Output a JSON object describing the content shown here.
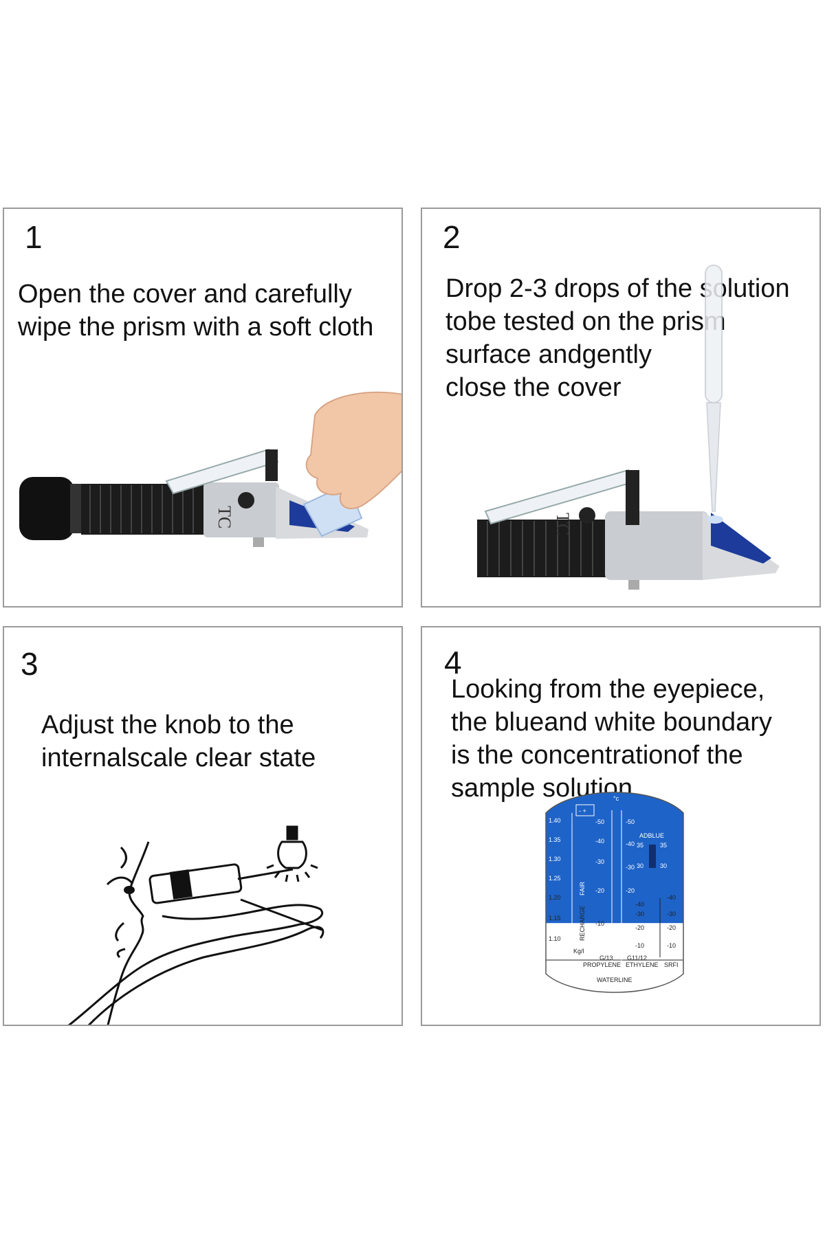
{
  "steps": [
    {
      "number": "1",
      "text": "Open the cover and carefully\nwipe the prism with a soft cloth"
    },
    {
      "number": "2",
      "text": "Drop 2-3 drops of the solution\ntobe tested on the prism\nsurface andgently\nclose the cover"
    },
    {
      "number": "3",
      "text": "Adjust the knob to the\ninternalscale clear state"
    },
    {
      "number": "4",
      "text": "Looking from the eyepiece,\nthe blueand white boundary\nis the concentrationof the\nsample solution."
    }
  ],
  "refractometer": {
    "label": "TC"
  },
  "scale": {
    "unit": "°c",
    "left_ticks": [
      "1.40",
      "1.35",
      "1.30",
      "1.25",
      "1.20",
      "1.15",
      "1.10"
    ],
    "left_vertical_label": "RECHARGE",
    "left_vertical_label2": "FAIR",
    "left_unit": "Kg/l",
    "mid_ticks_left": [
      "-50",
      "-40",
      "-30",
      "-20",
      "-10"
    ],
    "mid_ticks_right": [
      "-50",
      "-40",
      "-30",
      "-20"
    ],
    "right_ticks_upper": [
      "35",
      "30"
    ],
    "right_ticks_lower": [
      "-40",
      "-30",
      "-20",
      "-10"
    ],
    "adblue_label": "ADBLUE",
    "adblue_ticks": [
      "35",
      "30"
    ],
    "srfi_ticks": [
      "-40",
      "-30",
      "-20",
      "-10"
    ],
    "label_g13": "G/13",
    "label_propylene": "PROPYLENE",
    "label_g1112": "G11/12",
    "label_ethylene": "ETHYLENE",
    "label_srfi": "SRFI",
    "label_waterline": "WATERLINE",
    "minus_plus": "- +",
    "colors": {
      "blue": "#1e63c8",
      "white": "#ffffff"
    },
    "boundary_fraction": 0.42
  }
}
